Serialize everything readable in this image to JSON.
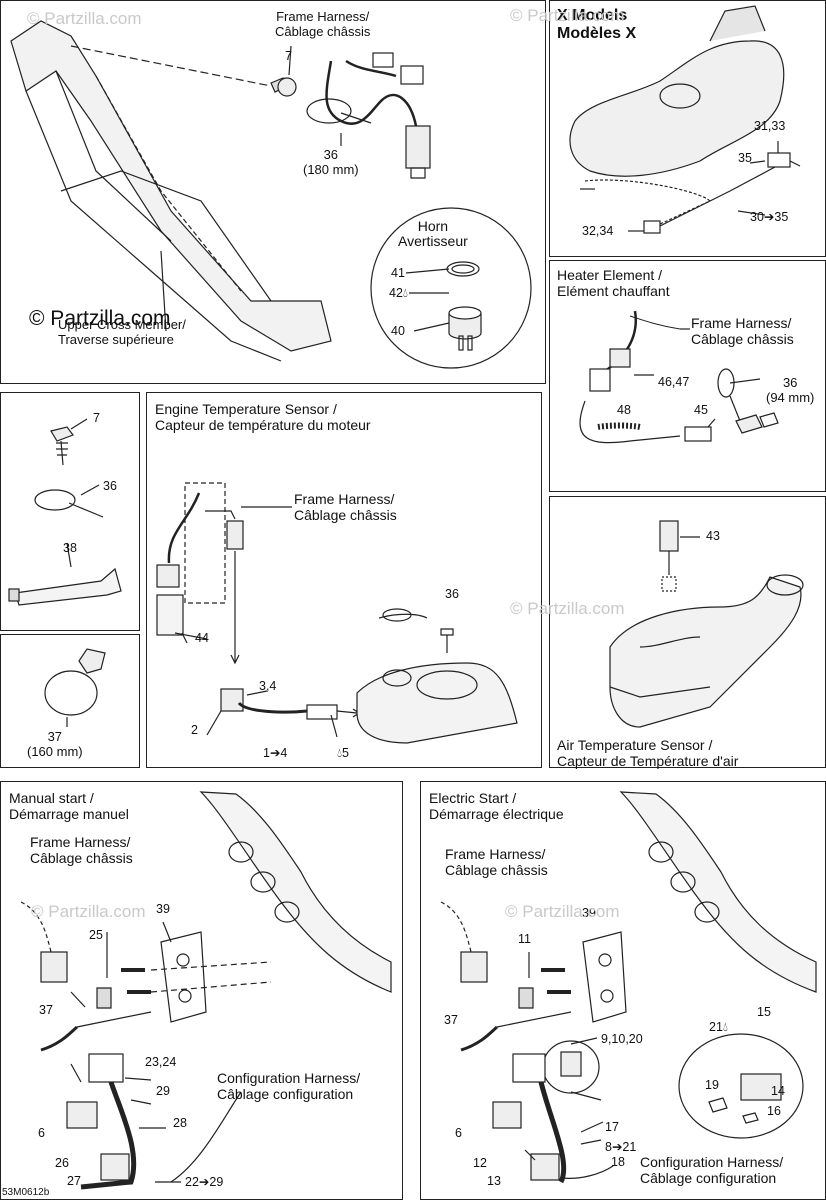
{
  "watermark": "© Partzilla.com",
  "diagram_code": "53M0612b",
  "p1": {
    "frame_harness": [
      "Frame Harness/",
      "Câblage châssis"
    ],
    "n7": "7",
    "n36": "36",
    "n36_size": "(180 mm)",
    "horn": [
      "Horn",
      "Avertisseur"
    ],
    "n41": "41",
    "n42": "42",
    "n40": "40",
    "upper": [
      "Upper Cross Member/",
      "Traverse supérieure"
    ]
  },
  "p2": {
    "title": [
      "X Models",
      "Modèles X"
    ],
    "n31_33": "31,33",
    "n35": "35",
    "n32_34": "32,34",
    "n30_35": "30➔35"
  },
  "p3": {
    "title": [
      "Heater Element /",
      "Elément chauffant"
    ],
    "frame_harness": [
      "Frame Harness/",
      "Câblage châssis"
    ],
    "n46_47": "46,47",
    "n36": "36",
    "n36_size": "(94 mm)",
    "n48": "48",
    "n45": "45"
  },
  "p4": {
    "n7": "7",
    "n36": "36",
    "n38": "38"
  },
  "p5": {
    "n37": "37",
    "n37_size": "(160 mm)"
  },
  "p6": {
    "title": [
      "Engine Temperature Sensor /",
      "Capteur de température du moteur"
    ],
    "frame_harness": [
      "Frame Harness/",
      "Câblage châssis"
    ],
    "n36": "36",
    "n44": "44",
    "n3_4": "3,4",
    "n2": "2",
    "n1_4": "1➔4",
    "n5": "5"
  },
  "p7": {
    "n43": "43",
    "title": [
      "Air Temperature Sensor /",
      "Capteur de Température d'air"
    ]
  },
  "p8": {
    "title": [
      "Manual start /",
      "Démarrage manuel"
    ],
    "frame_harness": [
      "Frame Harness/",
      "Câblage châssis"
    ],
    "n39": "39",
    "n25": "25",
    "n37": "37",
    "n23_24": "23,24",
    "n29": "29",
    "config": [
      "Configuration Harness/",
      "Câblage configuration"
    ],
    "n28": "28",
    "n6": "6",
    "n26": "26",
    "n27": "27",
    "n22_29": "22➔29"
  },
  "p9": {
    "title": [
      "Electric Start /",
      "Démarrage électrique"
    ],
    "frame_harness": [
      "Frame Harness/",
      "Câblage châssis"
    ],
    "n39": "39",
    "n11": "11",
    "n15": "15",
    "n21": "21",
    "n37": "37",
    "n9_10_20": "9,10,20",
    "n19": "19",
    "n14": "14",
    "n6": "6",
    "n17": "17",
    "n16": "16",
    "n8_21": "8➔21",
    "n12": "12",
    "n18": "18",
    "n13": "13",
    "config": [
      "Configuration Harness/",
      "Câblage configuration"
    ]
  }
}
